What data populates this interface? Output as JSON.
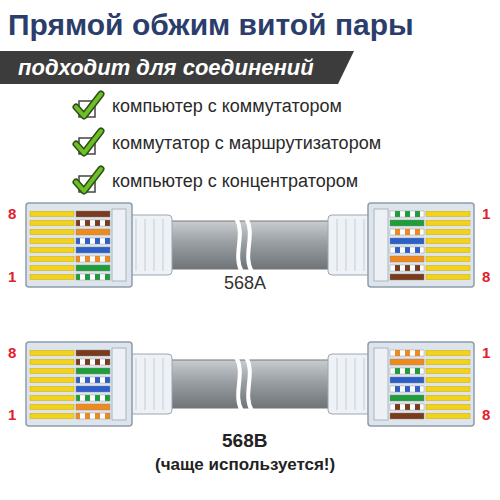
{
  "diagram": {
    "title": "Прямой обжим витой пары",
    "nodes": [
      {
        "text": [
          "подходит для соединений"
        ]
      }
    ],
    "labels": [
      "компьютер с коммутатором",
      "коммутатор с маршрутизатором",
      "компьютер с концентратором",
      "8",
      "1",
      "1",
      "568A",
      "8",
      "8",
      "1",
      "1",
      "568B",
      "8",
      "(чаще используется!)"
    ]
  }
}
